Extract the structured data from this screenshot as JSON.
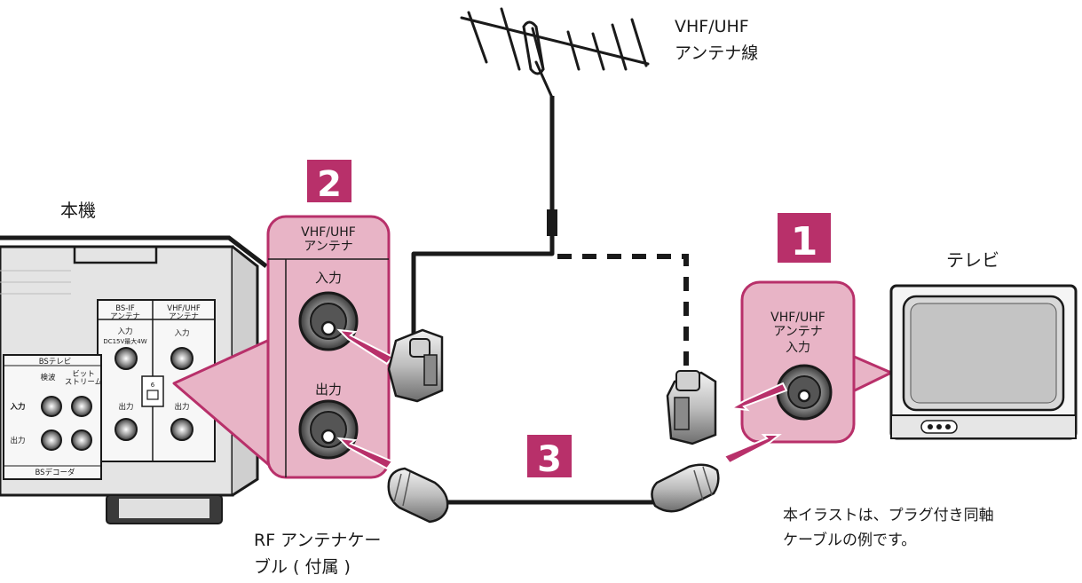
{
  "labels": {
    "antenna_line": [
      "VHF/UHF",
      "アンテナ線"
    ],
    "main_unit": "本機",
    "tv": "テレビ",
    "rf_cable": [
      "RF アンテナケー",
      "ブル ( 付属 )"
    ],
    "note": [
      "本イラストは、プラグ付き同軸",
      "ケーブルの例です。"
    ]
  },
  "steps": [
    "1",
    "2",
    "3"
  ],
  "panel2": {
    "title": [
      "VHF/UHF",
      "アンテナ"
    ],
    "input": "入力",
    "output": "出力"
  },
  "panel1": {
    "title": [
      "VHF/UHF",
      "アンテナ"
    ],
    "input": "入力"
  },
  "unit_panel": {
    "bs_if": [
      "BS-IF",
      "アンテナ"
    ],
    "vhf_uhf": [
      "VHF/UHF",
      "アンテナ"
    ],
    "bs_if_input": "入力",
    "bs_if_power": "DC15V最大4W",
    "vhf_input": "入力",
    "bs_if_output": "出力",
    "vhf_output": "出力",
    "bs_tv": "BSテレビ",
    "detect": "検波",
    "bitstream": [
      "ビット",
      "ストリーム"
    ],
    "in_label": "入力",
    "out_label": "出力",
    "bs_decoder": "BSデコーダ",
    "switch_num": "6"
  },
  "colors": {
    "accent": "#b8306a",
    "panel_pink": "#e8b4c6",
    "panel_border": "#b8306a",
    "cable": "#1a1a1a"
  }
}
